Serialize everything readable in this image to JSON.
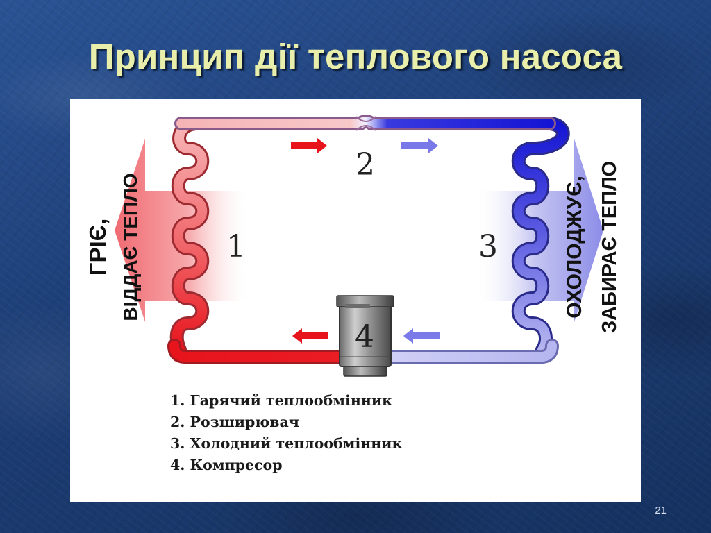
{
  "slide": {
    "title": "Принцип дії теплового насоса",
    "number": "21"
  },
  "diagram": {
    "labels": {
      "hot_exchanger": "1",
      "expander": "2",
      "cold_exchanger": "3",
      "compressor": "4"
    },
    "side_text": {
      "left_line1": "ГРІЄ,",
      "left_line2": "ВІДДАЄ ТЕПЛО",
      "right_line1": "ОХОЛОДЖУЄ,",
      "right_line2": "ЗАБИРАЄ ТЕПЛО"
    },
    "legend": [
      "1. Гарячий теплообмінник",
      "2. Розширювач",
      "3. Холодний теплообмінник",
      "4. Компресор"
    ],
    "colors": {
      "hot": "#e8141c",
      "hot_light": "#f7b4b6",
      "cold": "#1414d4",
      "cold_light": "#b4b4f0",
      "title": "#e9efaa"
    }
  }
}
